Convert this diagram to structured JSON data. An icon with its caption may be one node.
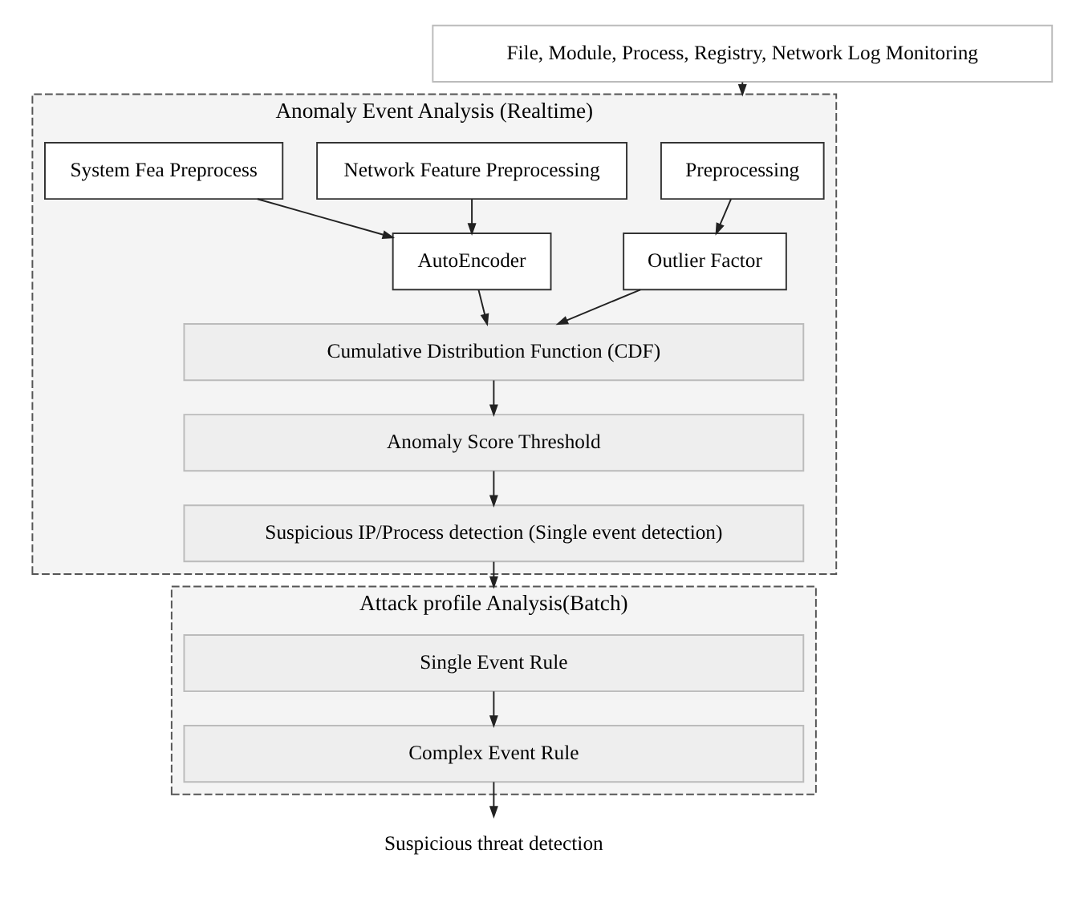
{
  "diagram": {
    "nodes": [
      {
        "text": [
          "File, Module, Process, Registry, Network Log Monitoring"
        ]
      },
      {
        "text": [
          "Anomaly Event Analysis (Realtime)"
        ]
      },
      {
        "text": [
          "Preprocessing"
        ],
        "in": 1
      },
      {
        "text": [
          "Network Feature Preprocessing"
        ],
        "in": 1
      },
      {
        "text": [
          "System Fea Preprocess"
        ],
        "in": 1
      },
      {
        "text": [
          "Outlier Factor"
        ],
        "in": 1
      },
      {
        "text": [
          "AutoEncoder"
        ],
        "in": 1
      },
      {
        "text": [
          "Cumulative Distribution Function (CDF)"
        ],
        "in": 1
      },
      {
        "text": [
          "Anomaly Score Threshold"
        ],
        "in": 1
      },
      {
        "text": [
          "Suspicious IP/Process detection (Single event detection)"
        ],
        "in": 1
      },
      {
        "text": [
          "Attack profile Analysis(Batch)"
        ]
      },
      {
        "text": [
          "Single Event Rule"
        ],
        "in": 10
      },
      {
        "text": [
          "Complex Event Rule"
        ],
        "in": 10
      },
      {
        "text": [
          "Suspicious threat detection"
        ]
      }
    ],
    "edges": [
      {
        "from": 0,
        "to": 1,
        "arrow": "to"
      },
      {
        "from": 2,
        "to": 5,
        "arrow": "to"
      },
      {
        "from": 3,
        "to": 6,
        "arrow": "to"
      },
      {
        "from": 4,
        "to": 6,
        "arrow": "to"
      },
      {
        "from": 5,
        "to": 7,
        "arrow": "to"
      },
      {
        "from": 6,
        "to": 7,
        "arrow": "to"
      },
      {
        "from": 7,
        "to": 8,
        "arrow": "to"
      },
      {
        "from": 8,
        "to": 9,
        "arrow": "to"
      },
      {
        "from": 9,
        "to": 10,
        "arrow": "to"
      },
      {
        "from": 11,
        "to": 12,
        "arrow": "to"
      },
      {
        "from": 12,
        "to": 13,
        "arrow": "to"
      }
    ]
  }
}
